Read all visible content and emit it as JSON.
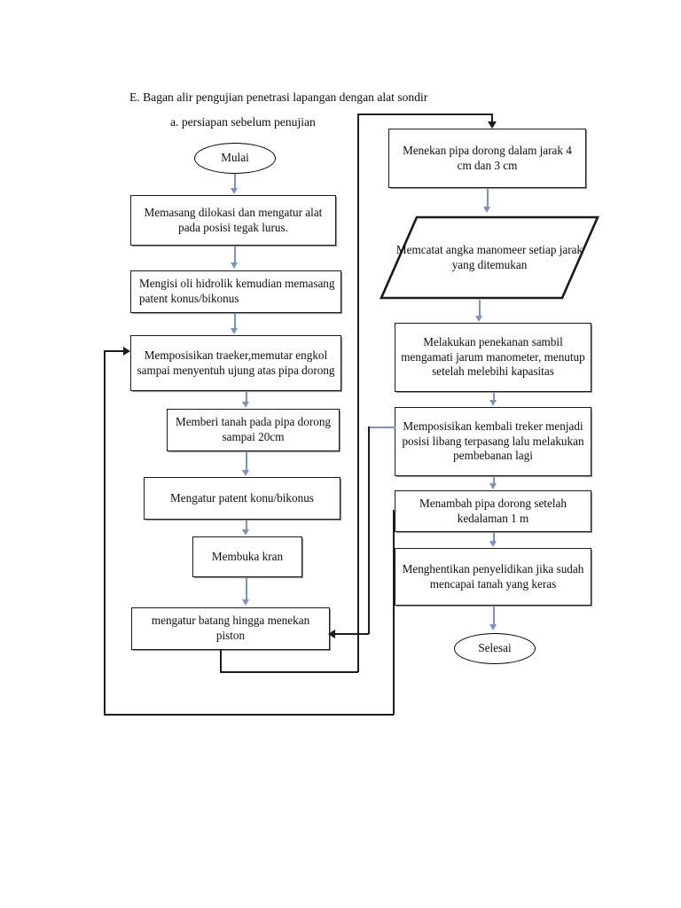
{
  "document": {
    "title": "E. Bagan alir pengujian penetrasi lapangan dengan alat sondir",
    "subtitle": "a. persiapan sebelum penujian"
  },
  "chart_data": {
    "type": "diagram",
    "diagram_kind": "flowchart",
    "title": "E. Bagan alir pengujian penetrasi lapangan dengan alat sondir",
    "nodes": [
      {
        "id": "start",
        "shape": "terminator",
        "label": "Mulai"
      },
      {
        "id": "n1",
        "shape": "process",
        "label": "Memasang dilokasi dan mengatur alat pada posisi tegak lurus."
      },
      {
        "id": "n2",
        "shape": "process",
        "label": "Mengisi oli hidrolik kemudian memasang patent konus/bikonus"
      },
      {
        "id": "n3",
        "shape": "process",
        "label": "Memposisikan traeker,memutar engkol sampai menyentuh ujung atas pipa dorong"
      },
      {
        "id": "n4",
        "shape": "process",
        "label": "Memberi tanah pada pipa dorong sampai 20cm"
      },
      {
        "id": "n5",
        "shape": "process",
        "label": "Mengatur patent konu/bikonus"
      },
      {
        "id": "n6",
        "shape": "process",
        "label": "Membuka kran"
      },
      {
        "id": "n7",
        "shape": "process",
        "label": "mengatur batang hingga menekan piston"
      },
      {
        "id": "n8",
        "shape": "process",
        "label": "Menekan pipa dorong dalam jarak 4 cm dan 3 cm"
      },
      {
        "id": "n9",
        "shape": "parallelogram",
        "label": "Memcatat angka manomeer setiap jarak yang ditemukan"
      },
      {
        "id": "n10",
        "shape": "process",
        "label": "Melakukan penekanan sambil mengamati jarum manometer, menutup setelah melebihi kapasitas"
      },
      {
        "id": "n11",
        "shape": "process",
        "label": "Memposisikan kembali treker menjadi posisi libang terpasang lalu melakukan pembebanan lagi"
      },
      {
        "id": "n12",
        "shape": "process",
        "label": "Menambah pipa dorong setelah kedalaman 1 m"
      },
      {
        "id": "n13",
        "shape": "process",
        "label": "Menghentikan penyelidikan jika sudah mencapai tanah yang keras"
      },
      {
        "id": "end",
        "shape": "terminator",
        "label": "Selesai"
      }
    ],
    "edges": [
      {
        "from": "start",
        "to": "n1",
        "style": "blue-arrow"
      },
      {
        "from": "n1",
        "to": "n2",
        "style": "blue-arrow"
      },
      {
        "from": "n2",
        "to": "n3",
        "style": "blue-arrow"
      },
      {
        "from": "n3",
        "to": "n4",
        "style": "blue-arrow"
      },
      {
        "from": "n4",
        "to": "n5",
        "style": "blue-arrow"
      },
      {
        "from": "n5",
        "to": "n6",
        "style": "blue-arrow"
      },
      {
        "from": "n6",
        "to": "n7",
        "style": "blue-arrow"
      },
      {
        "from": "n7",
        "to": "n8",
        "style": "black-routed"
      },
      {
        "from": "n8",
        "to": "n9",
        "style": "blue-arrow"
      },
      {
        "from": "n9",
        "to": "n10",
        "style": "blue-arrow"
      },
      {
        "from": "n10",
        "to": "n11",
        "style": "blue-arrow"
      },
      {
        "from": "n11",
        "to": "n12",
        "style": "blue-arrow"
      },
      {
        "from": "n12",
        "to": "n13",
        "style": "blue-arrow"
      },
      {
        "from": "n13",
        "to": "end",
        "style": "blue-arrow"
      },
      {
        "from": "n11",
        "to": "n7",
        "style": "black-feedback"
      },
      {
        "from": "n12",
        "to": "n7",
        "style": "black-feedback"
      },
      {
        "from": "n7",
        "to": "n3",
        "style": "black-loop-outer"
      }
    ],
    "colors": {
      "arrow_blue": "#7b93c4",
      "line_black": "#1d1d1d",
      "node_border": "#1a1a1a",
      "node_fill": "#ffffff",
      "text": "#0d0d0d",
      "background": "#ffffff"
    }
  }
}
